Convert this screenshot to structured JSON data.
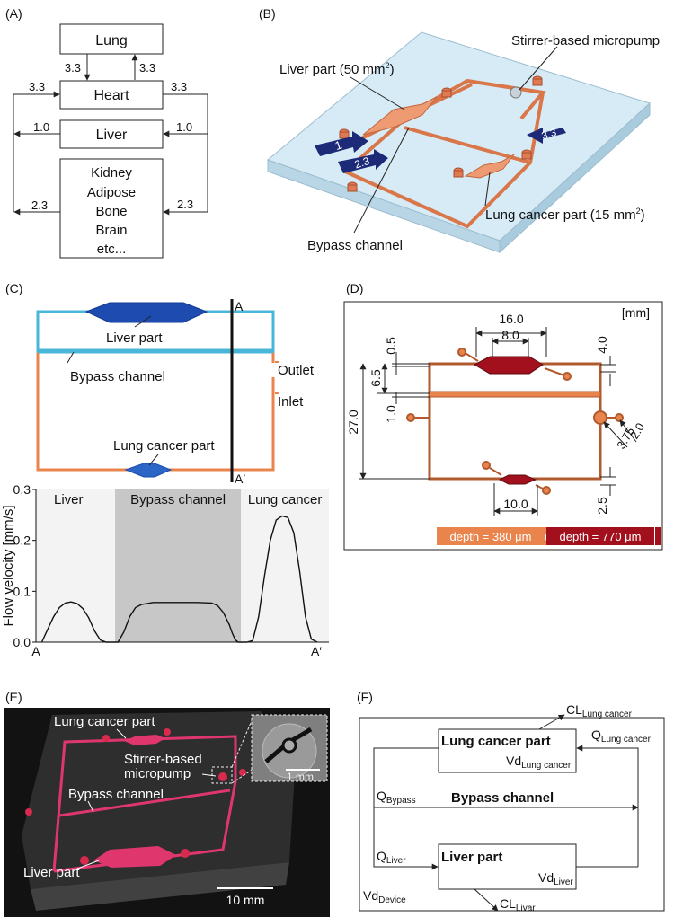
{
  "panels": {
    "a": {
      "label": "(A)",
      "lung": "Lung",
      "heart": "Heart",
      "liver": "Liver",
      "others": [
        "Kidney",
        "Adipose",
        "Bone",
        "Brain",
        "etc..."
      ],
      "flow_lung_down": "3.3",
      "flow_lung_up": "3.3",
      "flow_heart_left": "3.3",
      "flow_heart_right": "3.3",
      "flow_liver_left": "1.0",
      "flow_liver_right": "1.0",
      "flow_other_left": "2.3",
      "flow_other_right": "2.3"
    },
    "b": {
      "label": "(B)",
      "stirrer": "Stirrer-based micropump",
      "liver": "Liver part (50 mm",
      "liver_close": ")",
      "lung": "Lung cancer part (15 mm",
      "lung_close": ")",
      "sup": "2",
      "bypass": "Bypass channel",
      "arrow_1": "1",
      "arrow_23": "2.3",
      "arrow_33": "3.3"
    },
    "c": {
      "label": "(C)",
      "liver": "Liver part",
      "bypass": "Bypass channel",
      "lung": "Lung cancer part",
      "outlet": "Outlet",
      "inlet": "Inlet",
      "a": "A",
      "a_prime": "A′"
    },
    "d": {
      "label": "(D)",
      "unit": "[mm]",
      "dim_16": "16.0",
      "dim_8": "8.0",
      "dim_05": "0.5",
      "dim_40": "4.0",
      "dim_65": "6.5",
      "dim_27": "27.0",
      "dim_10": "1.0",
      "dim_20": "2.0",
      "dim_375": "3.75",
      "dim_25": "2.5",
      "dim_100": "10.0",
      "depth1": "depth = 380 μm",
      "depth2": "depth = 770 μm"
    },
    "e": {
      "label": "(E)",
      "lung": "Lung cancer part",
      "stirrer": "Stirrer-based",
      "micropump": "micropump",
      "bypass": "Bypass channel",
      "liver": "Liver part",
      "scale_big": "10 mm",
      "scale_small": "1 mm"
    },
    "f": {
      "label": "(F)",
      "lung_title": "Lung cancer part",
      "liver_title": "Liver part",
      "bypass": "Bypass channel",
      "cl": "CL",
      "cl_lung_sub": "Lung cancer",
      "cl_liver_sub": "Livar",
      "q": "Q",
      "q_lung_sub": "Lung cancer",
      "q_bypass_sub": "Bypass",
      "q_liver_sub": "Liver",
      "vd": "Vd",
      "vd_lung_sub": "Lung cancer",
      "vd_liver_sub": "Liver",
      "vd_device_sub": "Device"
    }
  },
  "colors": {
    "channel_orange": "#e8844c",
    "chamber_red": "#a3101d",
    "liver_blue": "#1e4bb0",
    "channel_cyan": "#4ab6d8",
    "chip_blue": "#cfe6f3",
    "pink": "#e0366e",
    "navy": "#1c2a78"
  },
  "chart_data": {
    "type": "line",
    "ylabel": "Flow velocity [mm/s]",
    "xlabel": "",
    "x_tick_labels": [
      "A",
      "A′"
    ],
    "region_labels": [
      "Liver",
      "Bypass channel",
      "Lung cancer"
    ],
    "ylim": [
      0,
      0.3
    ],
    "yticks": [
      0.0,
      0.1,
      0.2,
      0.3
    ],
    "ytick_labels": [
      "0.0",
      "0.1",
      "0.2",
      "0.3"
    ],
    "xlim": [
      0,
      1
    ],
    "regions": [
      [
        0,
        0.27
      ],
      [
        0.27,
        0.7
      ],
      [
        0.7,
        1
      ]
    ],
    "series": [
      {
        "x": [
          0.02,
          0.04,
          0.06,
          0.08,
          0.1,
          0.12,
          0.14,
          0.16,
          0.18,
          0.2,
          0.22,
          0.24,
          0.26,
          0.28,
          0.3,
          0.32,
          0.34,
          0.36,
          0.4,
          0.45,
          0.5,
          0.55,
          0.6,
          0.62,
          0.64,
          0.66,
          0.67,
          0.68,
          0.69,
          0.72,
          0.74,
          0.76,
          0.78,
          0.8,
          0.82,
          0.84,
          0.86,
          0.88,
          0.9,
          0.92,
          0.94,
          0.96
        ],
        "y": [
          0.0,
          0.025,
          0.05,
          0.068,
          0.077,
          0.079,
          0.076,
          0.066,
          0.048,
          0.022,
          0.004,
          0.0,
          0.0,
          0.0,
          0.02,
          0.05,
          0.068,
          0.074,
          0.078,
          0.078,
          0.078,
          0.078,
          0.077,
          0.072,
          0.058,
          0.034,
          0.018,
          0.005,
          0.0,
          0.0,
          0.003,
          0.05,
          0.13,
          0.2,
          0.24,
          0.248,
          0.245,
          0.215,
          0.14,
          0.05,
          0.006,
          0.0
        ]
      }
    ]
  }
}
